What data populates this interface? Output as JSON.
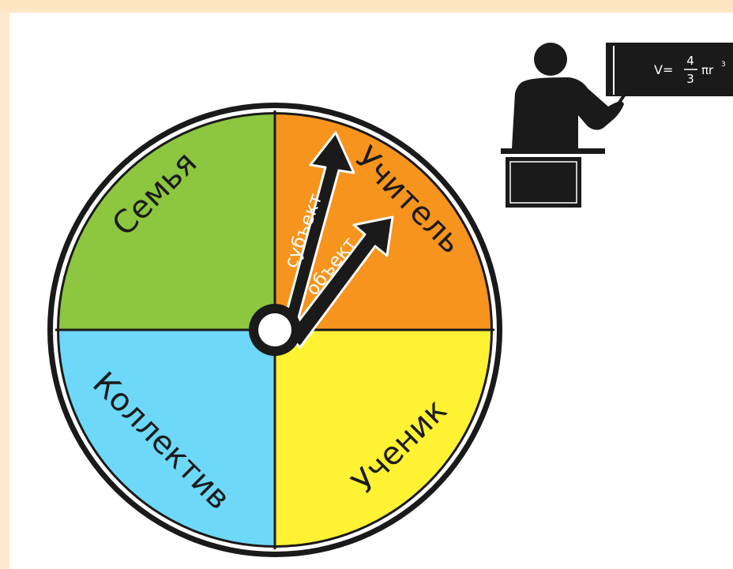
{
  "diagram": {
    "segments": {
      "top_left": {
        "label": "Семья",
        "color": "#8dc63f"
      },
      "top_right": {
        "label": "Учитель",
        "color": "#f7941d"
      },
      "bottom_left": {
        "label": "Коллектив",
        "color": "#6dd8f7"
      },
      "bottom_right": {
        "label": "Ученик",
        "color": "#fff233"
      }
    },
    "arrows": {
      "subject": {
        "label": "субъект"
      },
      "object": {
        "label": "объект"
      }
    },
    "board": {
      "formula_lhs": "V=",
      "numerator": "4",
      "denominator": "3",
      "rhs": "πr",
      "exponent": "3"
    }
  }
}
